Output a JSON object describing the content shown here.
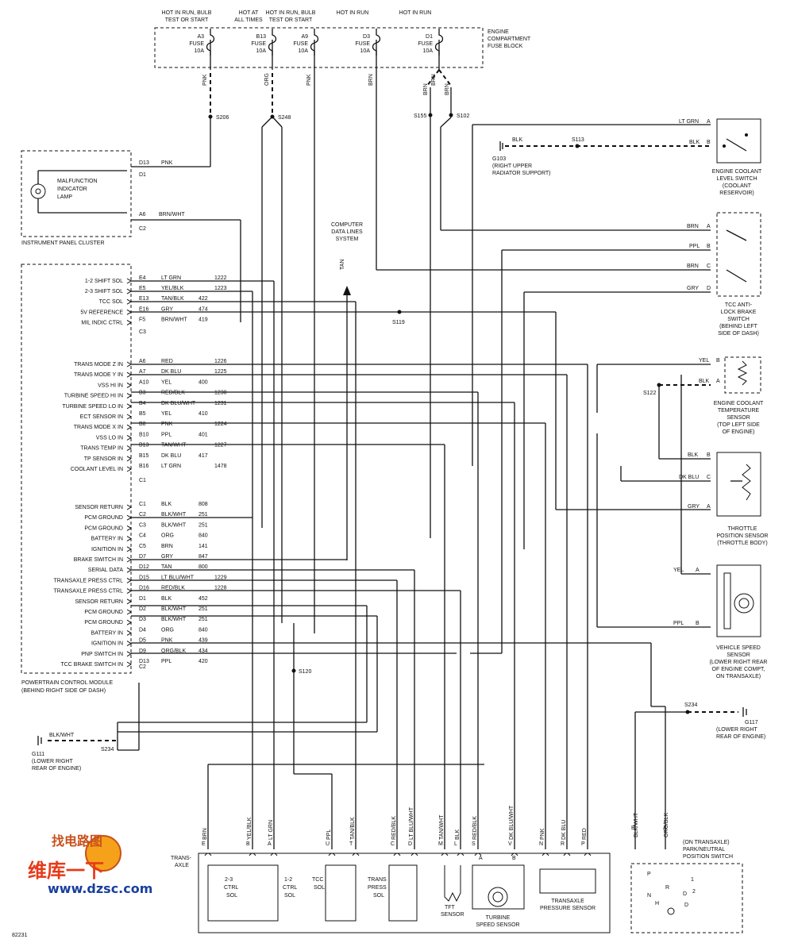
{
  "fuse_block": {
    "label1": "ENGINE",
    "label2": "COMPARTMENT",
    "label3": "FUSE BLOCK",
    "fuses": [
      {
        "hot1": "HOT IN RUN, BULB",
        "hot2": "TEST OR START",
        "id": "A3",
        "type": "FUSE",
        "amp": "10A",
        "wire": "PNK",
        "splice": "S206"
      },
      {
        "hot1": "HOT AT",
        "hot2": "ALL TIMES",
        "id": "B13",
        "type": "FUSE",
        "amp": "10A",
        "wire": "ORG",
        "splice": "S248"
      },
      {
        "hot1": "HOT IN RUN, BULB",
        "hot2": "TEST OR START",
        "id": "A9",
        "type": "FUSE",
        "amp": "10A",
        "wire": "PNK",
        "splice": ""
      },
      {
        "hot1": "HOT IN RUN",
        "hot2": "",
        "id": "D3",
        "type": "FUSE",
        "amp": "10A",
        "wire": "BRN",
        "splice": ""
      },
      {
        "hot1": "HOT IN RUN",
        "hot2": "",
        "id": "D1",
        "type": "FUSE",
        "amp": "10A",
        "wire": "BRN",
        "splice": ""
      }
    ],
    "brn_wires": [
      "BRN",
      "BRN"
    ],
    "splices": [
      "S155",
      "S102"
    ]
  },
  "ipc": {
    "label": "INSTRUMENT PANEL CLUSTER",
    "lamp1": "MALFUNCTION",
    "lamp2": "INDICATOR",
    "lamp3": "LAMP",
    "pins": [
      {
        "pin": "D13",
        "wire": "PNK"
      },
      {
        "pin": "D1",
        "wire": ""
      },
      {
        "pin": "A6",
        "wire": "BRN/WHT"
      },
      {
        "pin": "C2",
        "wire": ""
      }
    ]
  },
  "data_link": {
    "l1": "COMPUTER",
    "l2": "DATA LINES",
    "l3": "SYSTEM",
    "wire": "TAN"
  },
  "pcm": {
    "label1": "POWERTRAIN CONTROL MODULE",
    "label2": "(BEHIND RIGHT SIDE OF DASH)",
    "group1": {
      "conn": "C3",
      "rows": [
        {
          "name": "1-2 SHIFT SOL",
          "pin": "E4",
          "wire": "LT GRN",
          "circ": "1222"
        },
        {
          "name": "2-3 SHIFT SOL",
          "pin": "E5",
          "wire": "YEL/BLK",
          "circ": "1223"
        },
        {
          "name": "TCC SOL",
          "pin": "E13",
          "wire": "TAN/BLK",
          "circ": "422"
        },
        {
          "name": "5V REFERENCE",
          "pin": "E16",
          "wire": "GRY",
          "circ": "474"
        },
        {
          "name": "MIL INDIC CTRL",
          "pin": "F5",
          "wire": "BRN/WHT",
          "circ": "419"
        }
      ]
    },
    "group2": {
      "conn": "C1",
      "rows": [
        {
          "name": "TRANS MODE Z IN",
          "pin": "A6",
          "wire": "RED",
          "circ": "1226"
        },
        {
          "name": "TRANS MODE Y IN",
          "pin": "A7",
          "wire": "DK BLU",
          "circ": "1225"
        },
        {
          "name": "VSS HI IN",
          "pin": "A10",
          "wire": "YEL",
          "circ": "400"
        },
        {
          "name": "TURBINE SPEED HI IN",
          "pin": "B3",
          "wire": "RED/BLK",
          "circ": "1230"
        },
        {
          "name": "TURBINE SPEED LO IN",
          "pin": "B4",
          "wire": "DK BLU/WHT",
          "circ": "1231"
        },
        {
          "name": "ECT SENSOR IN",
          "pin": "B5",
          "wire": "YEL",
          "circ": "410"
        },
        {
          "name": "TRANS MODE X IN",
          "pin": "B8",
          "wire": "PNK",
          "circ": "1224"
        },
        {
          "name": "VSS LO IN",
          "pin": "B10",
          "wire": "PPL",
          "circ": "401"
        },
        {
          "name": "TRANS TEMP IN",
          "pin": "B13",
          "wire": "TAN/WHT",
          "circ": "1227"
        },
        {
          "name": "TP SENSOR IN",
          "pin": "B15",
          "wire": "DK BLU",
          "circ": "417"
        },
        {
          "name": "COOLANT LEVEL IN",
          "pin": "B16",
          "wire": "LT GRN",
          "circ": "1478"
        }
      ]
    },
    "group3": {
      "conn": "C2",
      "rows": [
        {
          "name": "SENSOR RETURN",
          "pin": "C1",
          "wire": "BLK",
          "circ": "808"
        },
        {
          "name": "PCM GROUND",
          "pin": "C2",
          "wire": "BLK/WHT",
          "circ": "251"
        },
        {
          "name": "PCM GROUND",
          "pin": "C3",
          "wire": "BLK/WHT",
          "circ": "251"
        },
        {
          "name": "BATTERY IN",
          "pin": "C4",
          "wire": "ORG",
          "circ": "840"
        },
        {
          "name": "IGNITION IN",
          "pin": "C5",
          "wire": "BRN",
          "circ": "141"
        },
        {
          "name": "BRAKE SWITCH IN",
          "pin": "D7",
          "wire": "GRY",
          "circ": "847"
        },
        {
          "name": "SERIAL DATA",
          "pin": "D12",
          "wire": "TAN",
          "circ": "800"
        },
        {
          "name": "TRANSAXLE PRESS CTRL",
          "pin": "D15",
          "wire": "LT BLU/WHT",
          "circ": "1229"
        },
        {
          "name": "TRANSAXLE PRESS CTRL",
          "pin": "D16",
          "wire": "RED/BLK",
          "circ": "1228"
        },
        {
          "name": "SENSOR RETURN",
          "pin": "D1",
          "wire": "BLK",
          "circ": "452"
        },
        {
          "name": "PCM GROUND",
          "pin": "D2",
          "wire": "BLK/WHT",
          "circ": "251"
        },
        {
          "name": "PCM GROUND",
          "pin": "D3",
          "wire": "BLK/WHT",
          "circ": "251"
        },
        {
          "name": "BATTERY IN",
          "pin": "D4",
          "wire": "ORG",
          "circ": "840"
        },
        {
          "name": "IGNITION IN",
          "pin": "D5",
          "wire": "PNK",
          "circ": "439"
        },
        {
          "name": "PNP SWITCH IN",
          "pin": "D9",
          "wire": "ORG/BLK",
          "circ": "434"
        },
        {
          "name": "TCC BRAKE SWITCH IN",
          "pin": "D13",
          "wire": "PPL",
          "circ": "420"
        }
      ]
    }
  },
  "splices_misc": {
    "s119": "S119",
    "s120": "S120",
    "s122": "S122"
  },
  "coolant_switch": {
    "l1": "ENGINE COOLANT",
    "l2": "LEVEL SWITCH",
    "l3": "(COOLANT",
    "l4": "RESERVOIR)",
    "pins": [
      {
        "wire": "LT GRN",
        "pin": "A"
      },
      {
        "wire": "BLK",
        "pin": "B"
      }
    ],
    "splice": "S113",
    "gnd": "G103",
    "gnd1": "(RIGHT UPPER",
    "gnd2": "RADIATOR SUPPORT)",
    "blk": "BLK"
  },
  "tcc_switch": {
    "l1": "TCC ANTI-",
    "l2": "LOCK BRAKE",
    "l3": "SWITCH",
    "l4": "(BEHIND LEFT",
    "l5": "SIDE OF DASH)",
    "pins": [
      {
        "wire": "BRN",
        "pin": "A"
      },
      {
        "wire": "PPL",
        "pin": "B"
      },
      {
        "wire": "BRN",
        "pin": "C"
      },
      {
        "wire": "GRY",
        "pin": "D"
      }
    ]
  },
  "ect_sensor": {
    "l1": "ENGINE COOLANT",
    "l2": "TEMPERATURE",
    "l3": "SENSOR",
    "l4": "(TOP LEFT SIDE",
    "l5": "OF ENGINE)",
    "pins": [
      {
        "wire": "YEL",
        "pin": "B"
      },
      {
        "wire": "BLK",
        "pin": "A"
      }
    ]
  },
  "tps": {
    "l1": "THROTTLE",
    "l2": "POSITION SENSOR",
    "l3": "(THROTTLE BODY)",
    "pins": [
      {
        "wire": "BLK",
        "pin": "B"
      },
      {
        "wire": "DK BLU",
        "pin": "C"
      },
      {
        "wire": "GRY",
        "pin": "A"
      }
    ]
  },
  "vss": {
    "l1": "VEHICLE SPEED",
    "l2": "SENSOR",
    "l3": "(LOWER RIGHT REAR",
    "l4": "OF ENGINE COMPT,",
    "l5": "ON TRANSAXLE)",
    "pins": [
      {
        "wire": "YEL",
        "pin": "A"
      },
      {
        "wire": "PPL",
        "pin": "B"
      }
    ]
  },
  "ground_left": {
    "wire": "BLK/WHT",
    "gnd": "G111",
    "l1": "(LOWER RIGHT",
    "l2": "REAR OF ENGINE)",
    "splice": "S234"
  },
  "ground_right": {
    "splice": "S234",
    "gnd": "G117",
    "l1": "(LOWER RIGHT",
    "l2": "REAR OF ENGINE)"
  },
  "transaxle": {
    "label1": "TRANS-",
    "label2": "AXLE",
    "pins": [
      {
        "pin": "E",
        "wire": "BRN"
      },
      {
        "pin": "B",
        "wire": "YEL/BLK"
      },
      {
        "pin": "A",
        "wire": "LT GRN"
      },
      {
        "pin": "U",
        "wire": "PPL"
      },
      {
        "pin": "T",
        "wire": "TAN/BLK"
      },
      {
        "pin": "C",
        "wire": "RED/BLK"
      },
      {
        "pin": "D",
        "wire": "LT BLU/WHT"
      },
      {
        "pin": "M",
        "wire": "TAN/WHT"
      },
      {
        "pin": "L",
        "wire": "BLK"
      },
      {
        "pin": "S",
        "wire": "RED/BLK"
      },
      {
        "pin": "V",
        "wire": "DK BLU/WHT"
      },
      {
        "pin": "N",
        "wire": "PNK"
      },
      {
        "pin": "R",
        "wire": "DK BLU"
      },
      {
        "pin": "P",
        "wire": "RED"
      }
    ],
    "sol23": [
      "2-3",
      "CTRL",
      "SOL"
    ],
    "sol12": [
      "1-2",
      "CTRL",
      "SOL"
    ],
    "tcc": [
      "TCC",
      "SOL"
    ],
    "tps_sol": [
      "TRANS",
      "PRESS",
      "SOL"
    ],
    "tft": [
      "TFT",
      "SENSOR"
    ],
    "turbine": [
      "TURBINE",
      "SPEED SENSOR"
    ],
    "press": [
      "TRANSAXLE",
      "PRESSURE SENSOR"
    ],
    "ab": [
      "A",
      "B"
    ]
  },
  "pnp": {
    "l1": "(ON TRANSAXLE)",
    "l2": "PARK/NEUTRAL",
    "l3": "POSITION SWITCH",
    "pins": [
      {
        "pin": "B",
        "wire": "BLK/WHT"
      },
      {
        "pin": "A",
        "wire": "ORG/BLK"
      }
    ],
    "gears": [
      "P",
      "R",
      "N",
      "D",
      "H",
      "2",
      "1",
      "D"
    ]
  },
  "watermark": {
    "brand": "找电路图",
    "cn": "维库一下",
    "url": "www.dzsc.com"
  },
  "figure_id": "82231"
}
